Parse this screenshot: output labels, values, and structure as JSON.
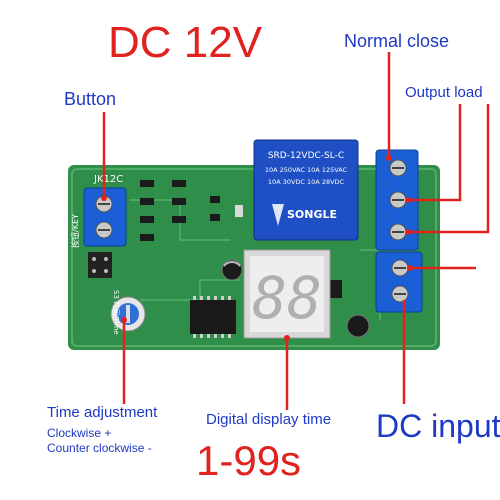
{
  "title": "DC 12V",
  "time_range": "1-99s",
  "labels": {
    "button": "Button",
    "normal_close": "Normal close",
    "output_load": "Output load",
    "time_adjustment": "Time adjustment",
    "clockwise": "Clockwise +",
    "counter_clockwise": "Counter clockwise -",
    "digital_display": "Digital display time",
    "dc_input": "DC input"
  },
  "relay": {
    "line1": "SRD-12VDC-SL-C",
    "line2": "10A 250VAC 10A 125VAC",
    "line3": "10A 30VDC 10A 28VDC",
    "brand": "SONGLE"
  },
  "board_text": {
    "connector_label": "JK12C",
    "key_label": "按钮/KEY",
    "timer_label": "S3 时间/Time",
    "display_digits": "88"
  },
  "colors": {
    "pcb": "#2f8f4a",
    "terminal": "#1a5fd6",
    "relay": "#1e4fc4",
    "accent_red": "#e0231f",
    "annotation_blue": "#1f39c4"
  }
}
